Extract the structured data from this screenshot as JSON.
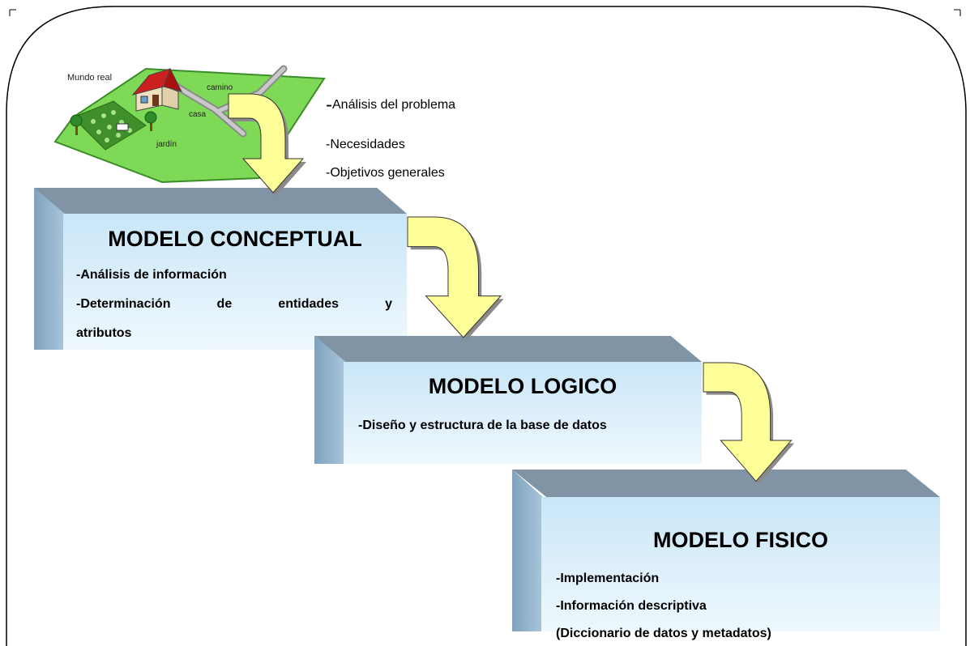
{
  "scene": {
    "mundo_real": "Mundo real",
    "camino": "camino",
    "casa": "casa",
    "jardin": "jardín"
  },
  "requirements": {
    "dash": "-",
    "item1": "Análisis del problema",
    "item2": "-Necesidades",
    "item3": "-Objetivos generales"
  },
  "conceptual": {
    "title": "MODELO CONCEPTUAL",
    "bullet1": "-Análisis de información",
    "bullet2_words": [
      "-Determinación",
      "de",
      "entidades",
      "y"
    ],
    "bullet2_cont": "atributos"
  },
  "logico": {
    "title": "MODELO LOGICO",
    "bullet1": "-Diseño  y estructura de la base de datos"
  },
  "fisico": {
    "title": "MODELO FISICO",
    "bullet1": "-Implementación",
    "bullet2": "-Información descriptiva",
    "bullet3": "(Diccionario de datos y metadatos)"
  },
  "colors": {
    "block_top": "#8194a6",
    "block_side": "#7fa2bd",
    "block_front": "#dff0fb",
    "arrow_fill": "#ffff99",
    "arrow_shadow": "#8a8a8a",
    "grass": "#7ed957"
  }
}
